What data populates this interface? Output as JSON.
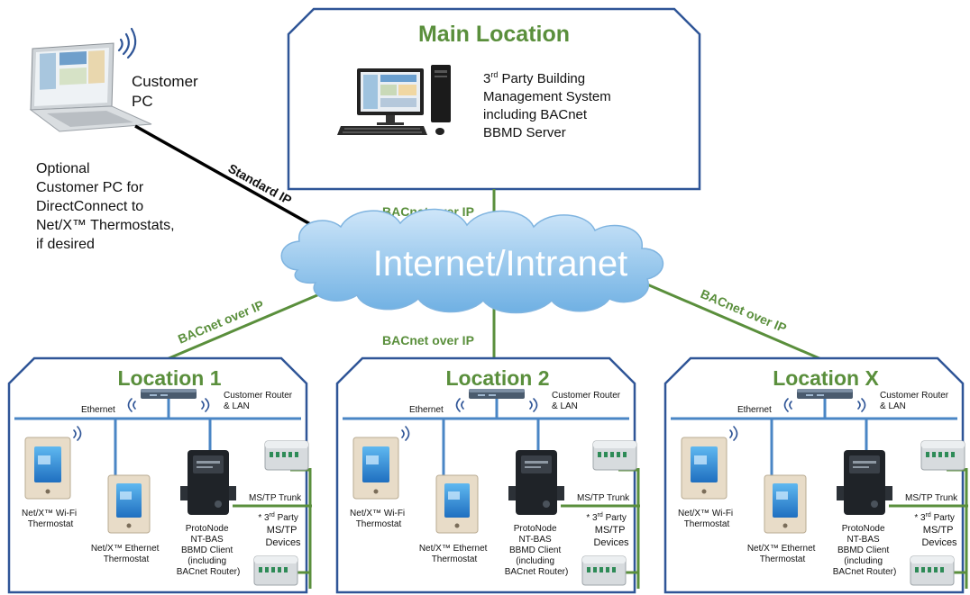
{
  "colors": {
    "box_border": "#2f5597",
    "link_green": "#5a8f3c",
    "title_green": "#5a8f3c",
    "lan_blue": "#4a86c5",
    "cloud": "#9ecbee"
  },
  "main": {
    "title": "Main Location",
    "bms_lines": [
      "Party Building",
      "Management System",
      "including BACnet",
      "BBMD Server"
    ],
    "bms_prefix": "3",
    "bms_sup": "rd"
  },
  "customer_pc": {
    "label_lines": [
      "Customer",
      "PC"
    ],
    "note_lines": [
      "Optional",
      "Customer PC for",
      "DirectConnect to",
      "Net/X™ Thermostats,",
      "if desired"
    ]
  },
  "links": {
    "standard_ip": "Standard IP",
    "bacnet_ip": "BACnet over IP"
  },
  "cloud_label": "Internet/Intranet",
  "location_template": {
    "ethernet": "Ethernet",
    "router_lines": [
      "Customer Router",
      "& LAN"
    ],
    "wifi_lines": [
      "Net/X™ Wi-Fi",
      "Thermostat"
    ],
    "eth_lines": [
      "Net/X™ Ethernet",
      "Thermostat"
    ],
    "protonode_lines": [
      "ProtoNode",
      "NT-BAS",
      "BBMD Client",
      "(including",
      "BACnet Router)"
    ],
    "trunk": "MS/TP Trunk",
    "devices_star": "* 3",
    "devices_sup": "rd",
    "devices_lines": [
      "Party",
      "MS/TP",
      "Devices"
    ]
  },
  "locations": [
    {
      "title": "Location 1"
    },
    {
      "title": "Location 2"
    },
    {
      "title": "Location X"
    }
  ]
}
